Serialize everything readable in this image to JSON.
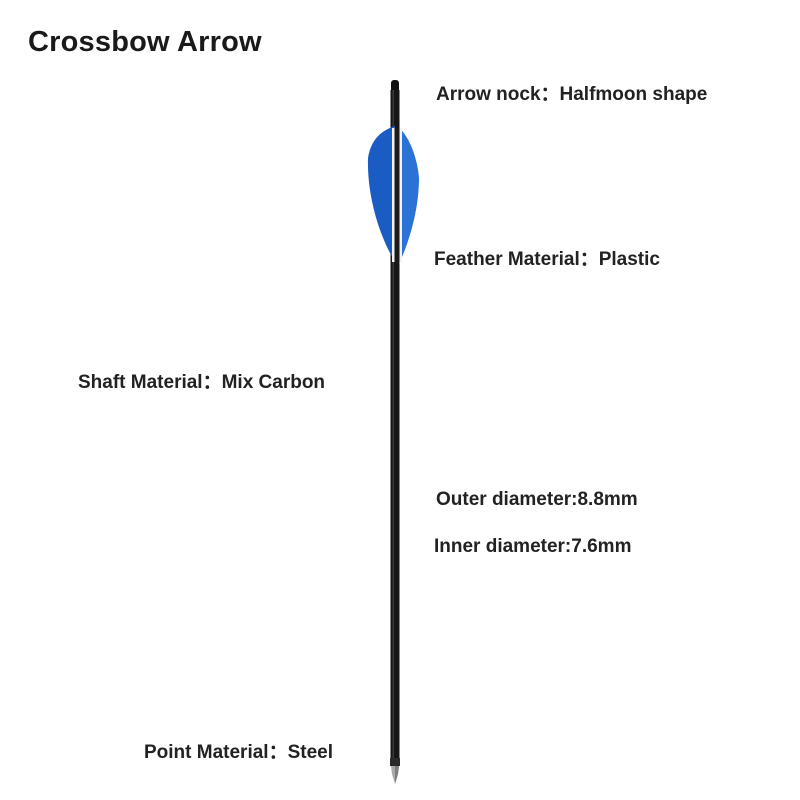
{
  "title": "Crossbow Arrow",
  "specs": {
    "nock": "Arrow nock：Halfmoon shape",
    "feather": "Feather Material：Plastic",
    "shaft": "Shaft Material：Mix Carbon",
    "outer_diameter": "Outer diameter:8.8mm",
    "inner_diameter": "Inner diameter:7.6mm",
    "point": "Point Material：Steel"
  },
  "colors": {
    "vane": "#1f63c7",
    "shaft": "#161616",
    "point": "#a9a9a9"
  }
}
